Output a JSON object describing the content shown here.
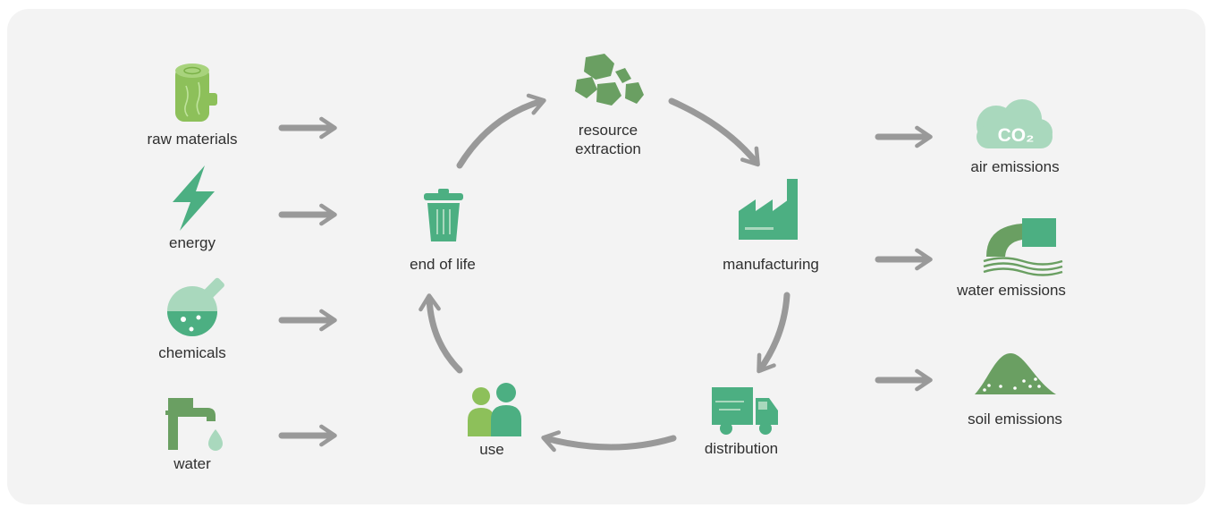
{
  "inputs": [
    {
      "label": "raw materials",
      "icon": "log-icon"
    },
    {
      "label": "energy",
      "icon": "lightning-bolt-icon"
    },
    {
      "label": "chemicals",
      "icon": "flask-icon"
    },
    {
      "label": "water",
      "icon": "faucet-icon"
    }
  ],
  "cycle": [
    {
      "label_line1": "resource",
      "label_line2": "extraction",
      "icon": "rocks-icon"
    },
    {
      "label": "manufacturing",
      "icon": "factory-icon"
    },
    {
      "label": "distribution",
      "icon": "truck-icon"
    },
    {
      "label": "use",
      "icon": "people-icon"
    },
    {
      "label": "end of life",
      "icon": "trash-can-icon"
    }
  ],
  "outputs": [
    {
      "label": "air emissions",
      "icon": "co2-cloud-icon",
      "icon_text": "CO₂"
    },
    {
      "label": "water emissions",
      "icon": "pipe-discharge-icon"
    },
    {
      "label": "soil emissions",
      "icon": "soil-pile-icon"
    }
  ],
  "colors": {
    "panel_bg": "#f3f3f3",
    "arrow": "#999999",
    "green_light": "#8dc05a",
    "green_mid": "#4caf82",
    "green_dark": "#6a9f62",
    "green_pale": "#a9d8bd"
  }
}
